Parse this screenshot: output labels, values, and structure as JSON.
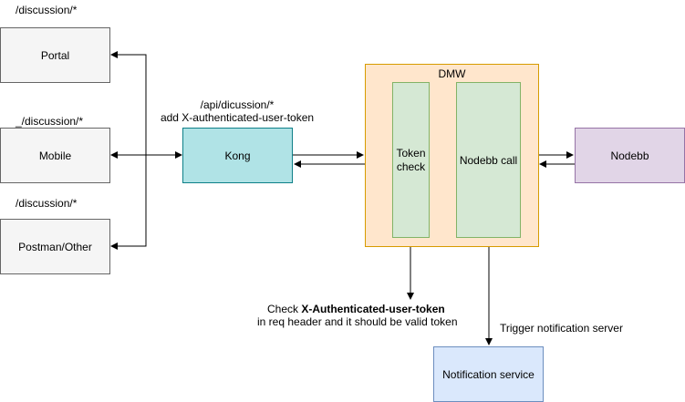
{
  "clients": [
    {
      "label": "Portal",
      "path": "/discussion/*"
    },
    {
      "label": "Mobile",
      "path": "_/discussion/*"
    },
    {
      "label": "Postman/Other",
      "path": "/discussion/*"
    }
  ],
  "kong": {
    "label": "Kong",
    "annotation_line1": "/api/dicussion/*",
    "annotation_line2": "add X-authenticated-user-token"
  },
  "dmw": {
    "label": "DMW",
    "token_check": "Token check",
    "nodebb_call": "Nodebb call"
  },
  "nodebb": {
    "label": "Nodebb"
  },
  "notification": {
    "label": "Notification service",
    "trigger_label": "Trigger notification server"
  },
  "check_note": {
    "prefix": "Check ",
    "header_name": "X-Authenticated-user-token",
    "line2": "in req header and it should be valid token"
  },
  "colors": {
    "client_fill": "#f5f5f5",
    "kong_fill": "#b0e3e6",
    "kong_stroke": "#0e8088",
    "dmw_fill": "#ffe6cc",
    "dmw_stroke": "#d79b00",
    "inner_fill": "#d5e8d4",
    "inner_stroke": "#82b366",
    "nodebb_fill": "#e1d5e7",
    "nodebb_stroke": "#9673a6",
    "notif_fill": "#dae8fc",
    "notif_stroke": "#6c8ebf"
  }
}
